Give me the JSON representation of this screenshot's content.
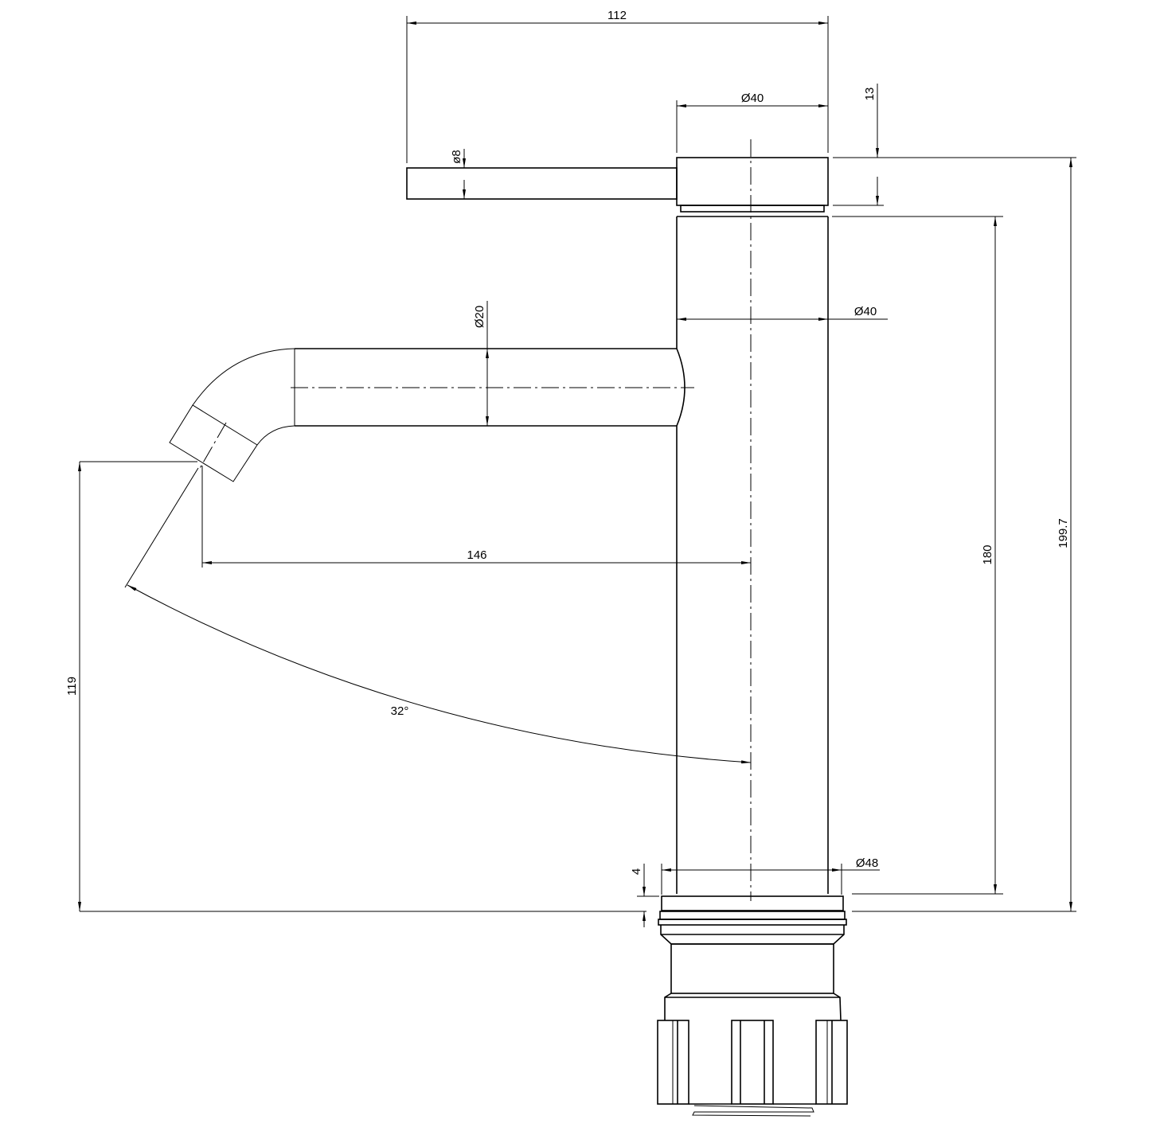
{
  "drawing": {
    "dimensions": {
      "handle_reach": "112",
      "cap_diameter": "Ø40",
      "cap_height": "13",
      "lever_diameter": "ø8",
      "spout_diameter": "Ø20",
      "body_diameter": "Ø40",
      "base_diameter": "Ø48",
      "spout_projection": "146",
      "spout_height": "119",
      "spout_angle": "32°",
      "body_height": "180",
      "total_height": "199.7",
      "base_step": "4"
    }
  }
}
